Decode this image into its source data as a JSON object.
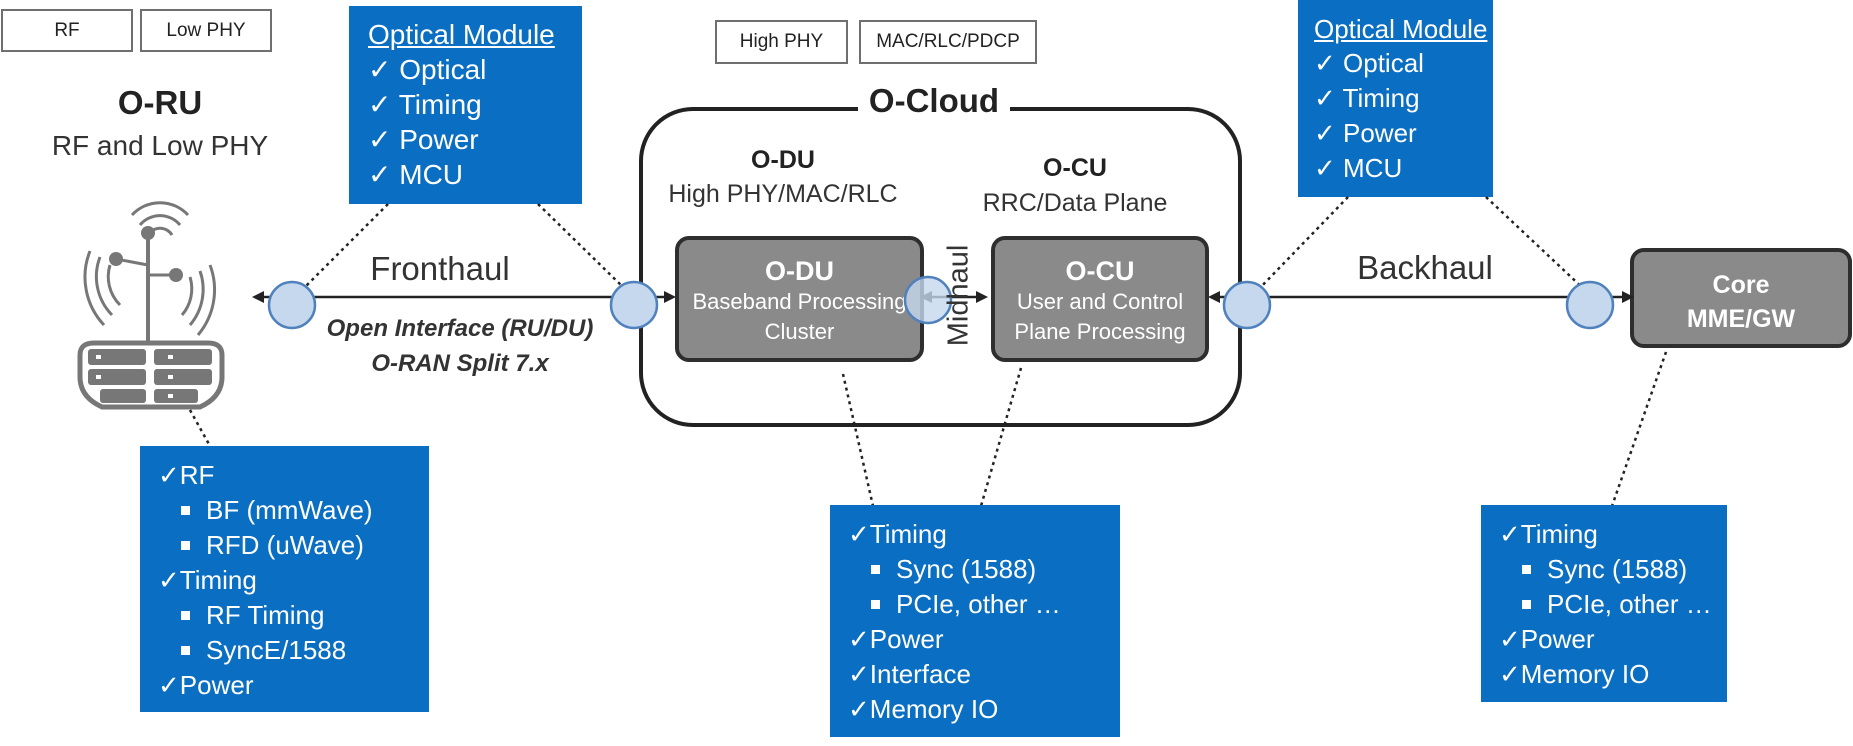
{
  "tags": {
    "rf": "RF",
    "low_phy": "Low PHY",
    "high_phy": "High PHY",
    "mac_rlc_pdcp": "MAC/RLC/PDCP"
  },
  "oru": {
    "title": "O-RU",
    "subtitle": "RF and Low PHY"
  },
  "optical_left": {
    "title": "Optical Module",
    "items": [
      "✓ Optical",
      "✓ Timing",
      "✓ Power",
      "✓ MCU"
    ]
  },
  "optical_right": {
    "title": "Optical Module",
    "items": [
      "✓ Optical",
      "✓ Timing",
      "✓ Power",
      "✓ MCU"
    ]
  },
  "ocloud": {
    "title": "O-Cloud"
  },
  "odu_header": {
    "title": "O-DU",
    "subtitle": "High PHY/MAC/RLC"
  },
  "ocu_header": {
    "title": "O-CU",
    "subtitle": "RRC/Data Plane"
  },
  "odu_box": {
    "title": "O-DU",
    "line1": "Baseband Processing",
    "line2": "Cluster"
  },
  "ocu_box": {
    "title": "O-CU",
    "line1": "User and Control",
    "line2": "Plane Processing"
  },
  "core_box": {
    "line1": "Core",
    "line2": "MME/GW"
  },
  "links": {
    "fronthaul": "Fronthaul",
    "midhaul": "Midhaul",
    "backhaul": "Backhaul",
    "interface_line1": "Open Interface (RU/DU)",
    "interface_line2": "O-RAN Split 7.x"
  },
  "list_oru": [
    {
      "level": 1,
      "text": "✓RF"
    },
    {
      "level": 2,
      "text": "BF (mmWave)"
    },
    {
      "level": 2,
      "text": "RFD (uWave)"
    },
    {
      "level": 1,
      "text": "✓Timing"
    },
    {
      "level": 2,
      "text": "RF Timing"
    },
    {
      "level": 2,
      "text": "SyncE/1588"
    },
    {
      "level": 1,
      "text": "✓Power"
    }
  ],
  "list_cloud": [
    {
      "level": 1,
      "text": "✓Timing"
    },
    {
      "level": 2,
      "text": "Sync (1588)"
    },
    {
      "level": 2,
      "text": "PCIe, other …"
    },
    {
      "level": 1,
      "text": "✓Power"
    },
    {
      "level": 1,
      "text": "✓Interface"
    },
    {
      "level": 1,
      "text": "✓Memory IO"
    }
  ],
  "list_core": [
    {
      "level": 1,
      "text": "✓Timing"
    },
    {
      "level": 2,
      "text": "Sync (1588)"
    },
    {
      "level": 2,
      "text": "PCIe, other …"
    },
    {
      "level": 1,
      "text": "✓Power"
    },
    {
      "level": 1,
      "text": "✓Memory IO"
    }
  ],
  "colors": {
    "blue_box": "#0a6ec2",
    "gray_box": "#8a8a8a",
    "connector_fill": "#c5d8ee",
    "connector_stroke": "#4f81bd"
  }
}
